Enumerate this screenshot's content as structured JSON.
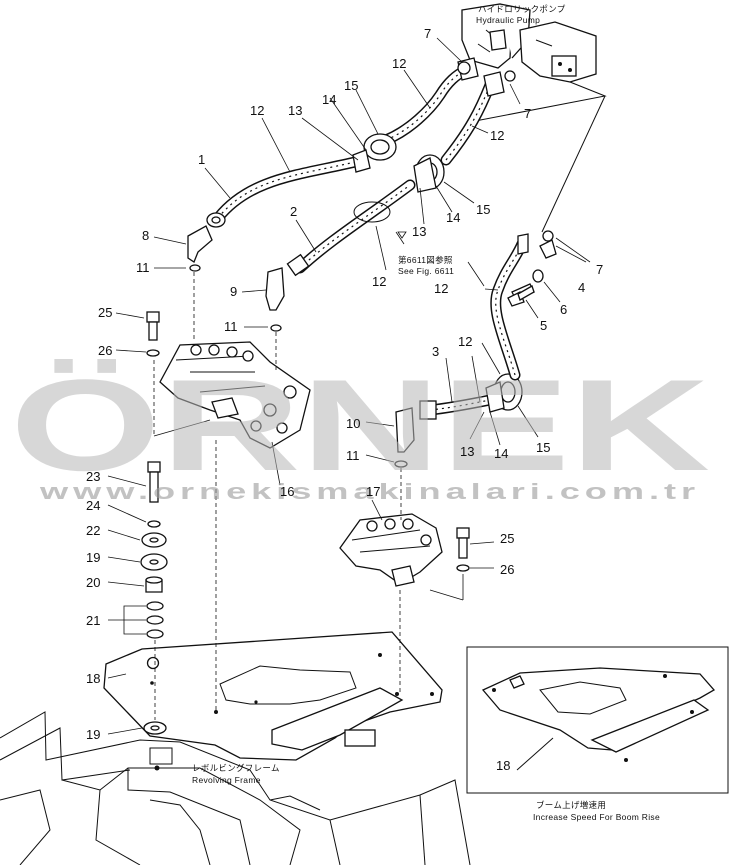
{
  "watermark": {
    "brand": "ÖRNEK",
    "url": "www.ornekismakinalari.com.tr"
  },
  "labels": {
    "pump_jp": "ハイドロリックポンプ",
    "pump_en": "Hydraulic Pump",
    "see_fig_jp": "第6611図参照",
    "see_fig_en": "See Fig. 6611",
    "frame_jp": "レボルビングフレーム",
    "frame_en": "Revolving Frame",
    "boom_jp": "ブーム上げ増速用",
    "boom_en": "Increase Speed For Boom Rise"
  },
  "callouts": {
    "c1": "1",
    "c2": "2",
    "c3": "3",
    "c4": "4",
    "c5": "5",
    "c6": "6",
    "c7a": "7",
    "c7b": "7",
    "c7c": "7",
    "c8": "8",
    "c9": "9",
    "c10": "10",
    "c11a": "11",
    "c11b": "11",
    "c11c": "11",
    "c12a": "12",
    "c12b": "12",
    "c12c": "12",
    "c12d": "12",
    "c12e": "12",
    "c12f": "12",
    "c13a": "13",
    "c13b": "13",
    "c13c": "13",
    "c14a": "14",
    "c14b": "14",
    "c14c": "14",
    "c15a": "15",
    "c15b": "15",
    "c15c": "15",
    "c16": "16",
    "c17": "17",
    "c18a": "18",
    "c18b": "18",
    "c19a": "19",
    "c19b": "19",
    "c20": "20",
    "c21": "21",
    "c22": "22",
    "c23": "23",
    "c24": "24",
    "c25a": "25",
    "c25b": "25",
    "c26a": "26",
    "c26b": "26"
  }
}
